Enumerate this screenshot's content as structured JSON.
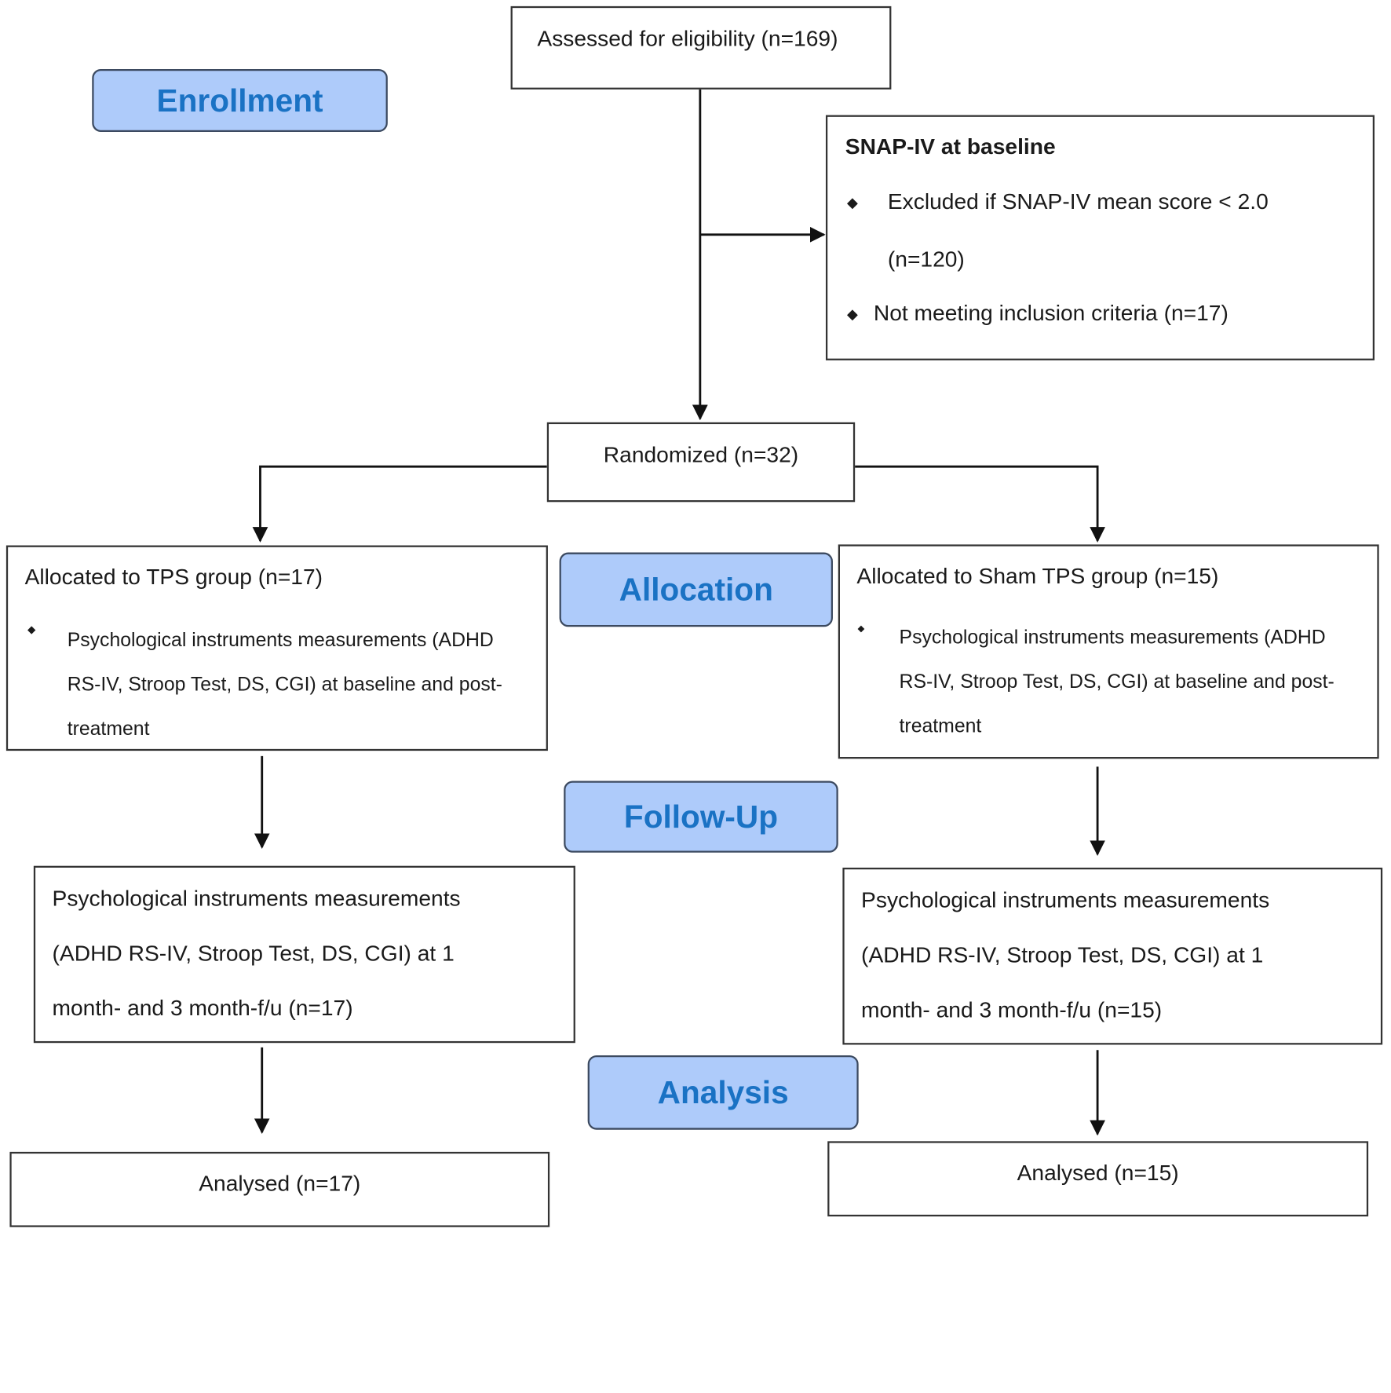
{
  "stages": {
    "enrollment": "Enrollment",
    "allocation": "Allocation",
    "follow_up": "Follow-Up",
    "analysis": "Analysis"
  },
  "assessed": "Assessed for eligibility (n=169)",
  "exclusion": {
    "title": "SNAP-IV at baseline",
    "items": [
      {
        "line1": "Excluded if SNAP-IV mean score < 2.0",
        "line2": "(n=120)"
      },
      {
        "line1": "Not meeting inclusion criteria (n=17)"
      }
    ]
  },
  "randomized": "Randomized (n=32)",
  "tps": {
    "allocated": "Allocated to TPS group (n=17)",
    "alloc_detail": [
      "Psychological instruments measurements (ADHD",
      "RS-IV, Stroop Test, DS, CGI) at baseline and post-",
      "treatment"
    ],
    "followup": [
      "Psychological instruments measurements",
      "(ADHD RS-IV, Stroop Test, DS, CGI) at 1",
      "month- and 3 month-f/u (n=17)"
    ],
    "analysed": "Analysed (n=17)"
  },
  "sham": {
    "allocated": "Allocated to Sham TPS group (n=15)",
    "alloc_detail": [
      "Psychological instruments measurements (ADHD",
      "RS-IV, Stroop Test, DS, CGI) at baseline and post-",
      "treatment"
    ],
    "followup": [
      "Psychological instruments measurements",
      "(ADHD RS-IV, Stroop Test, DS, CGI) at 1",
      "month- and 3 month-f/u (n=15)"
    ],
    "analysed": "Analysed (n=15)"
  }
}
